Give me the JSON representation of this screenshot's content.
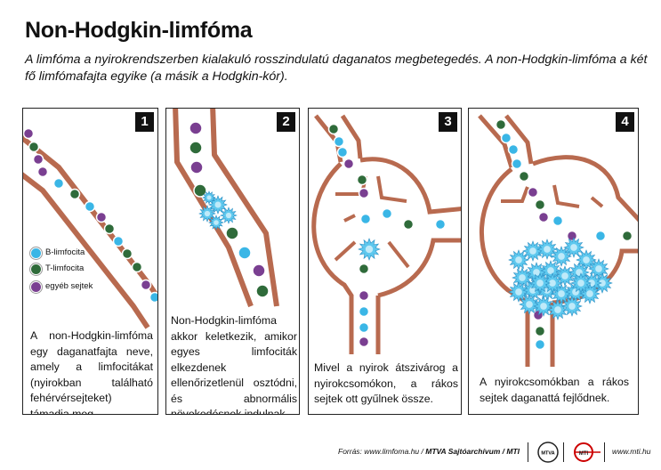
{
  "title": "Non-Hodgkin-limfóma",
  "subtitle": "A limfóma a nyirokrendszerben kialakuló rosszindulatú daganatos megbetegedés. A non-Hodgkin-limfóma a két fő limfómafajta egyike (a másik a Hodgkin-kór).",
  "colors": {
    "vessel": "#b86a4f",
    "b_cell": "#3ab6e6",
    "t_cell": "#2f6b3a",
    "other_cell": "#7a3f91",
    "cancer_cell": "#5ec8ee"
  },
  "legend": [
    {
      "label": "B-limfocita",
      "color": "#3ab6e6"
    },
    {
      "label": "T-limfocita",
      "color": "#2f6b3a"
    },
    {
      "label": "egyéb sejtek",
      "color": "#7a3f91"
    }
  ],
  "panels": [
    {
      "number": "1",
      "caption": "A non-Hodgkin-limfóma egy daganatfajta neve, amely a limfocitákat (nyirokban található fehérvérsejteket) támadja meg."
    },
    {
      "number": "2",
      "caption": "Non-Hodgkin-limfóma akkor keletkezik, amikor egyes limfociták elkezdenek ellenőrizetlenül osztódni, és abnormális növekedésnek indulnak."
    },
    {
      "number": "3",
      "caption": "Mivel a nyirok átszivárog a nyirokcsomókon, a rákos sejtek ott gyűlnek össze."
    },
    {
      "number": "4",
      "caption": "A nyirokcsomókban a rákos sejtek daganattá fejlődnek."
    }
  ],
  "footer": {
    "source": "Forrás: www.limfoma.hu / ",
    "archive": "MTVA Sajtóarchívum / MTI",
    "logo1_text": "MTVA",
    "logo2_text": "MTI",
    "site": "www.mti.hu"
  }
}
